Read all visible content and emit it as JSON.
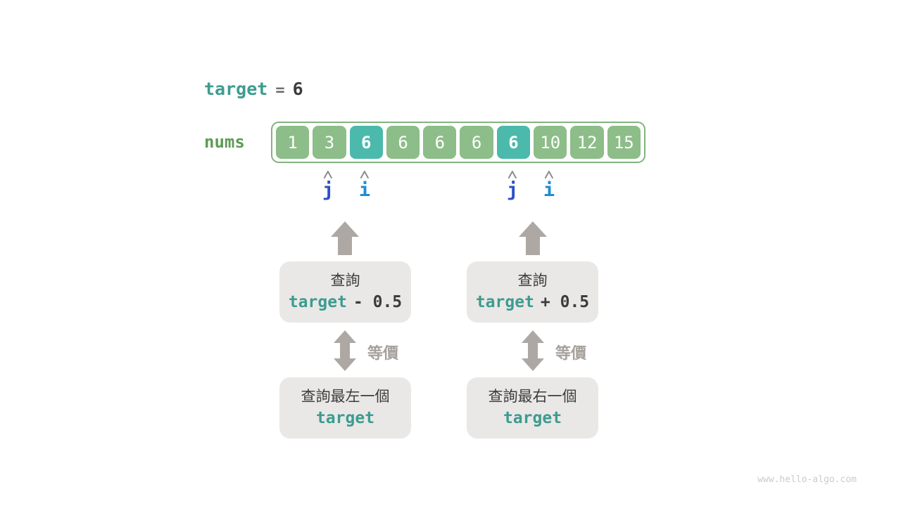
{
  "colors": {
    "teal": "#3d9c8f",
    "green_cell": "#8dbd88",
    "teal_cell": "#4bb9ac",
    "green_border": "#82b47e",
    "green_label": "#5d9c56",
    "dark_text": "#3c3c3c",
    "eq_gray": "#6f6f6f",
    "gray_arrow": "#ada8a3",
    "gray_label": "#a6a19c",
    "caret_gray": "#8c8c8c",
    "blue_j": "#2b50c8",
    "blue_i": "#1f8dd6",
    "box_bg": "#e9e8e7",
    "watermark": "#cbcbcb"
  },
  "header": {
    "variable": "target",
    "operator": "=",
    "value": "6"
  },
  "array": {
    "label": "nums",
    "values": [
      "1",
      "3",
      "6",
      "6",
      "6",
      "6",
      "6",
      "10",
      "12",
      "15"
    ],
    "highlighted_indices": [
      2,
      6
    ]
  },
  "pointers": {
    "j_label": "j",
    "i_label": "i"
  },
  "columns": {
    "left": {
      "query_prefix": "查詢",
      "query_target": "target",
      "query_op": "- 0.5",
      "equiv_label": "等價",
      "result_text": "查詢最左一個",
      "result_target": "target"
    },
    "right": {
      "query_prefix": "查詢",
      "query_target": "target",
      "query_op": "+ 0.5",
      "equiv_label": "等價",
      "result_text": "查詢最右一個",
      "result_target": "target"
    }
  },
  "watermark": "www.hello-algo.com"
}
